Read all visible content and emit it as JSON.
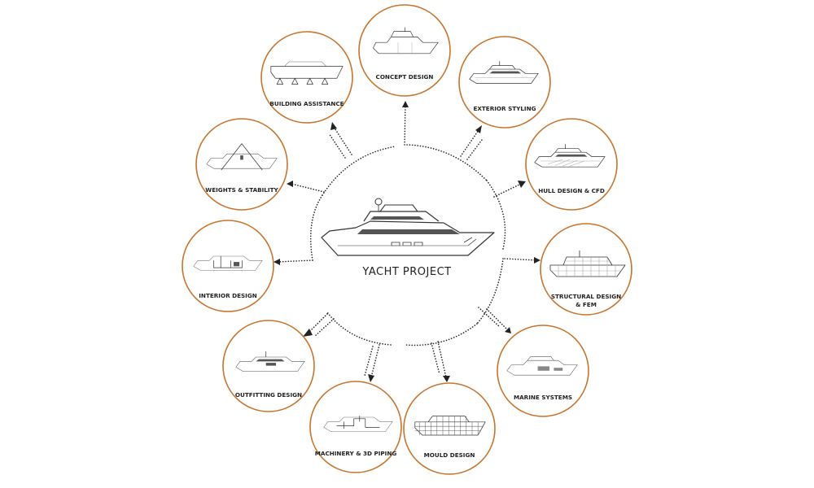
{
  "center": {
    "label": "YACHT PROJECT"
  },
  "nodes": [
    {
      "id": "concept",
      "label": "CONCEPT DESIGN"
    },
    {
      "id": "exterior",
      "label": "EXTERIOR STYLING"
    },
    {
      "id": "hull",
      "label": "HULL DESIGN & CFD"
    },
    {
      "id": "structural",
      "label1": "STRUCTURAL DESIGN",
      "label2": "& FEM"
    },
    {
      "id": "marine",
      "label": "MARINE SYSTEMS"
    },
    {
      "id": "mould",
      "label": "MOULD DESIGN"
    },
    {
      "id": "machinery",
      "label": "MACHINERY & 3D PIPING"
    },
    {
      "id": "outfitting",
      "label": "OUTFITTING DESIGN"
    },
    {
      "id": "interior",
      "label": "INTERIOR DESIGN"
    },
    {
      "id": "weights",
      "label": "WEIGHTS & STABILITY"
    },
    {
      "id": "building",
      "label": "BUILDING ASSISTANCE"
    }
  ],
  "colors": {
    "ring": "#c9742c",
    "ink": "#222222"
  }
}
